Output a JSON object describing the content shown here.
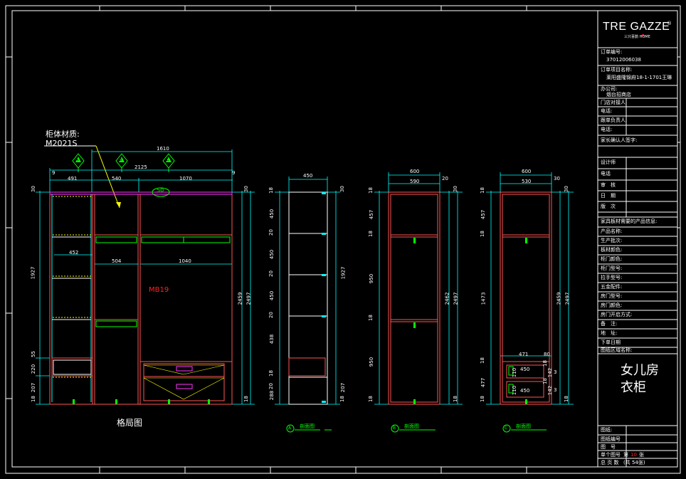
{
  "brand": {
    "logo_text": "TRE GAZZE",
    "logo_sub": "三只喜鹊 HOME",
    "logo_mark": "®"
  },
  "title_block": {
    "order_label": "订单编号:",
    "order_value": "37012006038",
    "project_label": "订单项目名称:",
    "project_value": "莱阳盛隆锦府18-1-1701王琳",
    "franchise_label": "办公司:",
    "franchise_value": "烟台招商店",
    "store_contact_label": "门店对接人:",
    "phone1_label": "电话:",
    "owner_label": "跟单负责人:",
    "phone2_label": "电话:",
    "confirm_label": "家长确认人签字:",
    "design_label": "设计师",
    "phone3_label": "电话",
    "review_label": "审　核",
    "date_label": "日　期",
    "version_label": "版　次",
    "product_info_label": "家具板材需要的产品信息:",
    "fields": [
      "产品名称:",
      "生产批次:",
      "板材颜色:",
      "柜门颜色:",
      "柜门型号:",
      "拉手型号:",
      "五金配件:",
      "房门型号:",
      "房门颜色:",
      "房门开启方式:",
      "备　注:",
      "地　址:"
    ],
    "delivery_label": "下单日期",
    "drawing_area_label": "图纸区域名称:",
    "room_title_line1": "女儿房",
    "room_title_line2": "衣柜",
    "drawn_label": "图纸:",
    "drawing_no_label": "图纸编号",
    "sheet_label": "图　号",
    "page_label": "单个图号",
    "page_value": "第",
    "page_num": "10",
    "page_suffix": "张",
    "total_label": "总 页 数",
    "total_value": "(共 54张)"
  },
  "drawing": {
    "material_label": "柜体材质:",
    "material_code": "M2021S",
    "main_label": "格局图",
    "dim_top": "1610",
    "dim_total": "2125",
    "dim_left": "9",
    "dim_right": "9",
    "dim_491": "491",
    "dim_540": "540",
    "dim_1070": "1070",
    "dim_452": "452",
    "dim_504": "504",
    "dim_1040": "1040",
    "dim_1927": "1927",
    "dim_2459": "2459",
    "dim_2497": "2497",
    "dim_30a": "30",
    "dim_30b": "30",
    "dim_55": "55",
    "dim_220": "220",
    "dim_207": "207",
    "dim_18": "18",
    "dim_18b": "18",
    "circle_label": "50",
    "mirror_label": "MB19",
    "marker_a": "A",
    "marker_b": "B",
    "marker_c": "C"
  },
  "section_a": {
    "label": "A",
    "caption": "剖面图",
    "width": "450",
    "dims_left": [
      "18",
      "450",
      "20",
      "450",
      "20",
      "450",
      "20",
      "438",
      "18",
      "20",
      "288"
    ],
    "dims_right": [
      "30",
      "1927",
      "207",
      "18"
    ]
  },
  "section_b": {
    "label": "B",
    "caption": "剖面图",
    "width_outer": "600",
    "width_inner": "590",
    "width_right": "20",
    "dims_left": [
      "18",
      "457",
      "18",
      "950",
      "18",
      "950",
      "18"
    ],
    "dims_right": [
      "30",
      "2462",
      "2497",
      "18"
    ]
  },
  "section_c": {
    "label": "C",
    "caption": "剖面图",
    "width_outer": "600",
    "width_inner": "530",
    "width_right": "30",
    "dims_left": [
      "18",
      "457",
      "18",
      "1473",
      "18",
      "477",
      "18"
    ],
    "dims_right": [
      "30",
      "2459",
      "2497",
      "18"
    ],
    "inner_dims": [
      "471",
      "80",
      "450",
      "450",
      "110",
      "110",
      "18",
      "18",
      "142",
      "142",
      "3",
      "3"
    ]
  },
  "colors": {
    "background": "#000000",
    "frame": "#ffffff",
    "dim_cyan": "#00ffff",
    "cabinet_red": "#ff5555",
    "magenta": "#ff33ff",
    "green": "#00ff00",
    "yellow": "#ffff00",
    "mirror_red": "#ff2222"
  }
}
